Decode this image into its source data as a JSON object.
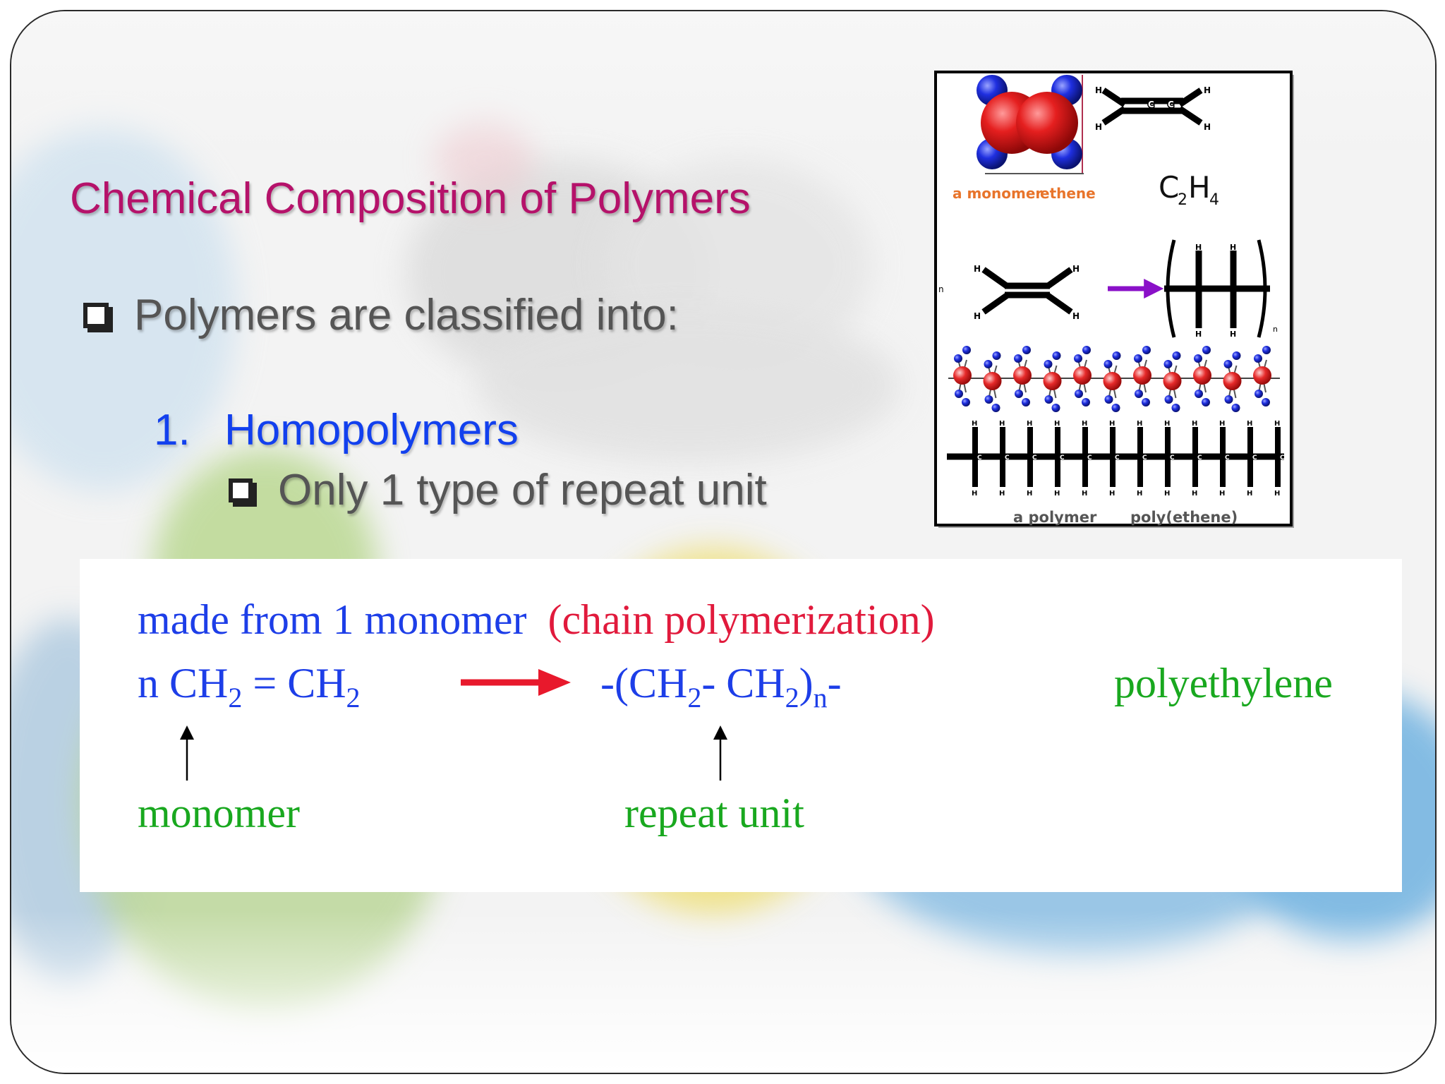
{
  "slide": {
    "title": "Chemical Composition of Polymers",
    "bullet_1": "Polymers are classified into:",
    "item_number": "1.",
    "item_label": "Homopolymers",
    "sub_bullet": "Only 1 type of repeat unit"
  },
  "figure": {
    "label_monomer": "a monomer",
    "label_ethene": "ethene",
    "formula_c": "C",
    "formula_c_sub": "2",
    "formula_h": "H",
    "formula_h_sub": "4",
    "label_polymer": "a polymer",
    "label_polyethene": "poly(ethene)",
    "atom_h": "H",
    "atom_c": "C",
    "n": "n"
  },
  "equation": {
    "line1_blue": "made from 1 monomer",
    "line1_red": "(chain polymerization)",
    "n_prefix": "n CH",
    "sub_2": "2",
    "eq_mid": " = CH",
    "product_open": "-(CH",
    "product_mid": "- CH",
    "product_close": ")",
    "sub_n": "n",
    "product_end": "-",
    "product_name": "polyethylene",
    "label_monomer": "monomer",
    "label_repeat_unit": "repeat unit"
  },
  "colors": {
    "title": "#b5126a",
    "blue_text": "#1d3ee8",
    "red_text": "#e11a3c",
    "green_text": "#19a81f",
    "arrow_red": "#e8192c",
    "arrow_purple": "#8a10c8",
    "atom_carbon": "#e51f1f",
    "atom_hydrogen": "#1f2fe0"
  }
}
